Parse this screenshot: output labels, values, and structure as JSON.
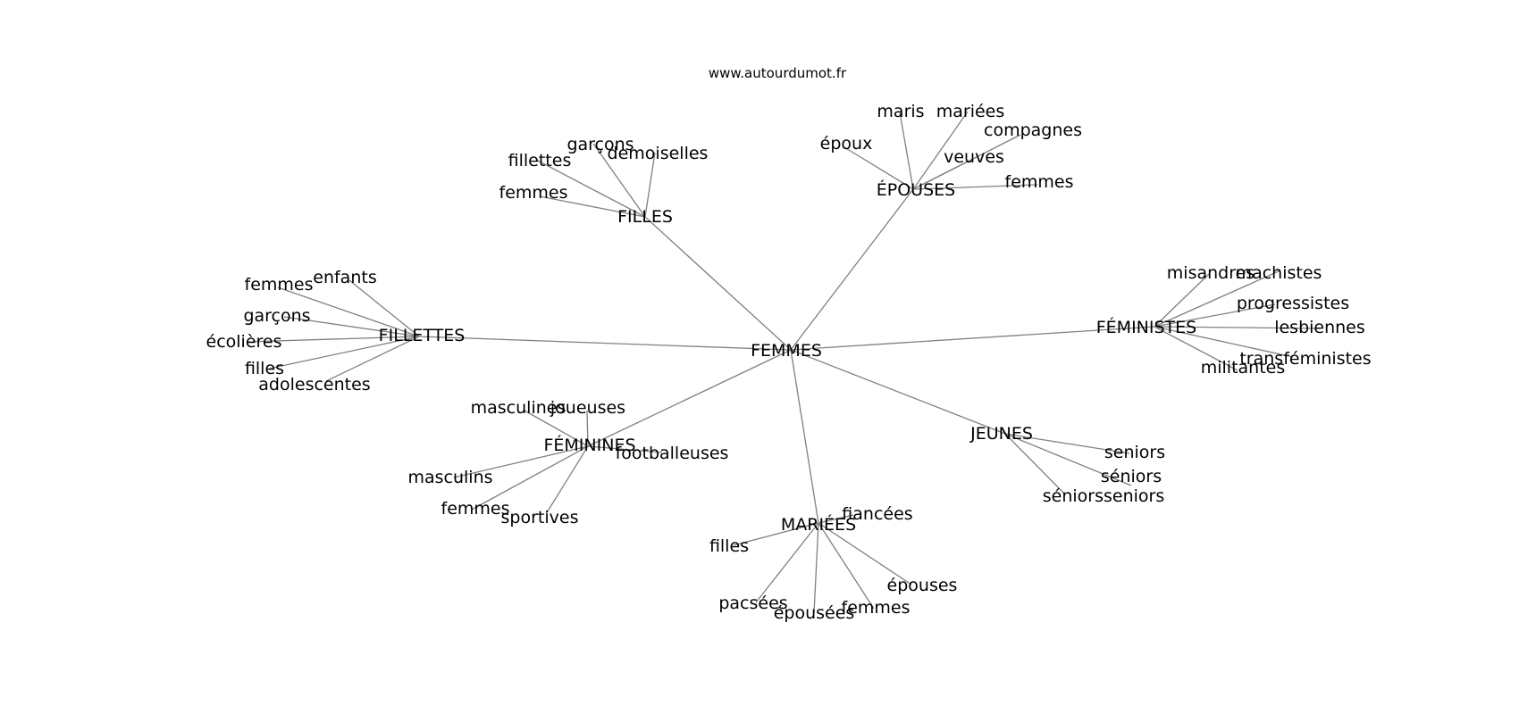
{
  "site": "www.autourdumot.fr",
  "center": "FEMMES",
  "clusters": [
    {
      "id": "filles",
      "label": "FILLES",
      "leaves": [
        "garçons",
        "fillettes",
        "demoiselles",
        "femmes"
      ]
    },
    {
      "id": "epouses",
      "label": "ÉPOUSES",
      "leaves": [
        "maris",
        "mariées",
        "époux",
        "compagnes",
        "veuves",
        "femmes"
      ]
    },
    {
      "id": "fillettes",
      "label": "FILLETTES",
      "leaves": [
        "enfants",
        "femmes",
        "garçons",
        "écolières",
        "filles",
        "adolescentes"
      ]
    },
    {
      "id": "feministes",
      "label": "FÉMINISTES",
      "leaves": [
        "misandres",
        "machistes",
        "progressistes",
        "lesbiennes",
        "transféministes",
        "militantes"
      ]
    },
    {
      "id": "feminines",
      "label": "FÉMININES",
      "leaves": [
        "masculines",
        "joueuses",
        "footballeuses",
        "masculins",
        "femmes",
        "sportives"
      ]
    },
    {
      "id": "jeunes",
      "label": "JEUNES",
      "leaves": [
        "seniors",
        "séniors",
        "séniorsseniors"
      ]
    },
    {
      "id": "mariees",
      "label": "MARIÉES",
      "leaves": [
        "fiancées",
        "filles",
        "épouses",
        "pacsées",
        "épousées",
        "femmes"
      ]
    }
  ]
}
